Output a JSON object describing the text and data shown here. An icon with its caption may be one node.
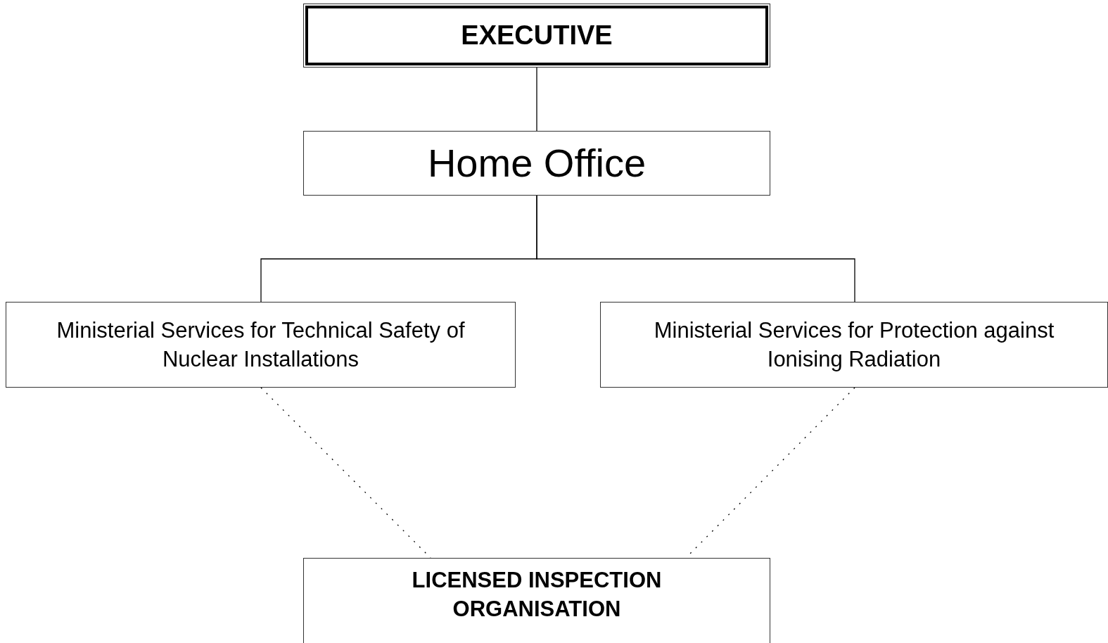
{
  "diagram": {
    "nodes": [
      {
        "text": [
          "EXECUTIVE"
        ]
      },
      {
        "text": [
          "Home Office"
        ]
      },
      {
        "text": [
          "Ministerial Services for Technical Safety of Nuclear Installations"
        ]
      },
      {
        "text": [
          "Ministerial Services for Protection against Ionising Radiation"
        ]
      },
      {
        "text": [
          "LICENSED INSPECTION ORGANISATION"
        ]
      }
    ],
    "edges": [
      {
        "from": 0,
        "to": 1,
        "arrow": "none"
      },
      {
        "from": 1,
        "to": 2,
        "arrow": "none"
      },
      {
        "from": 1,
        "to": 3,
        "arrow": "none"
      },
      {
        "from": 2,
        "to": 4,
        "arrow": "none",
        "style": "dashed"
      },
      {
        "from": 3,
        "to": 4,
        "arrow": "none",
        "style": "dashed"
      }
    ]
  }
}
